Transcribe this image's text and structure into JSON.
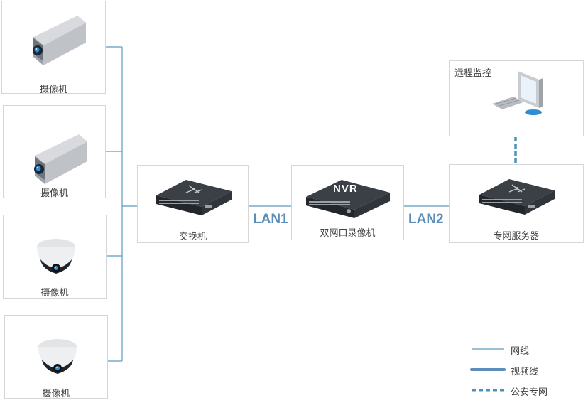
{
  "devices": {
    "camera1": {
      "label": "摄像机"
    },
    "camera2": {
      "label": "摄像机"
    },
    "camera3": {
      "label": "摄像机"
    },
    "camera4": {
      "label": "摄像机"
    },
    "switch": {
      "label": "交换机"
    },
    "nvr": {
      "label": "双网口录像机",
      "badge": "NVR"
    },
    "server": {
      "label": "专网服务器"
    },
    "monitor": {
      "label": "远程监控"
    }
  },
  "links": {
    "lan1": "LAN1",
    "lan2": "LAN2"
  },
  "legend": [
    {
      "label": "网线",
      "style": "thin"
    },
    {
      "label": "视频线",
      "style": "thick"
    },
    {
      "label": "公安专网",
      "style": "dashed"
    }
  ],
  "colors": {
    "line": "#5b9bbf",
    "thick": "#5b8db8",
    "dashed": "#4a90c0"
  }
}
